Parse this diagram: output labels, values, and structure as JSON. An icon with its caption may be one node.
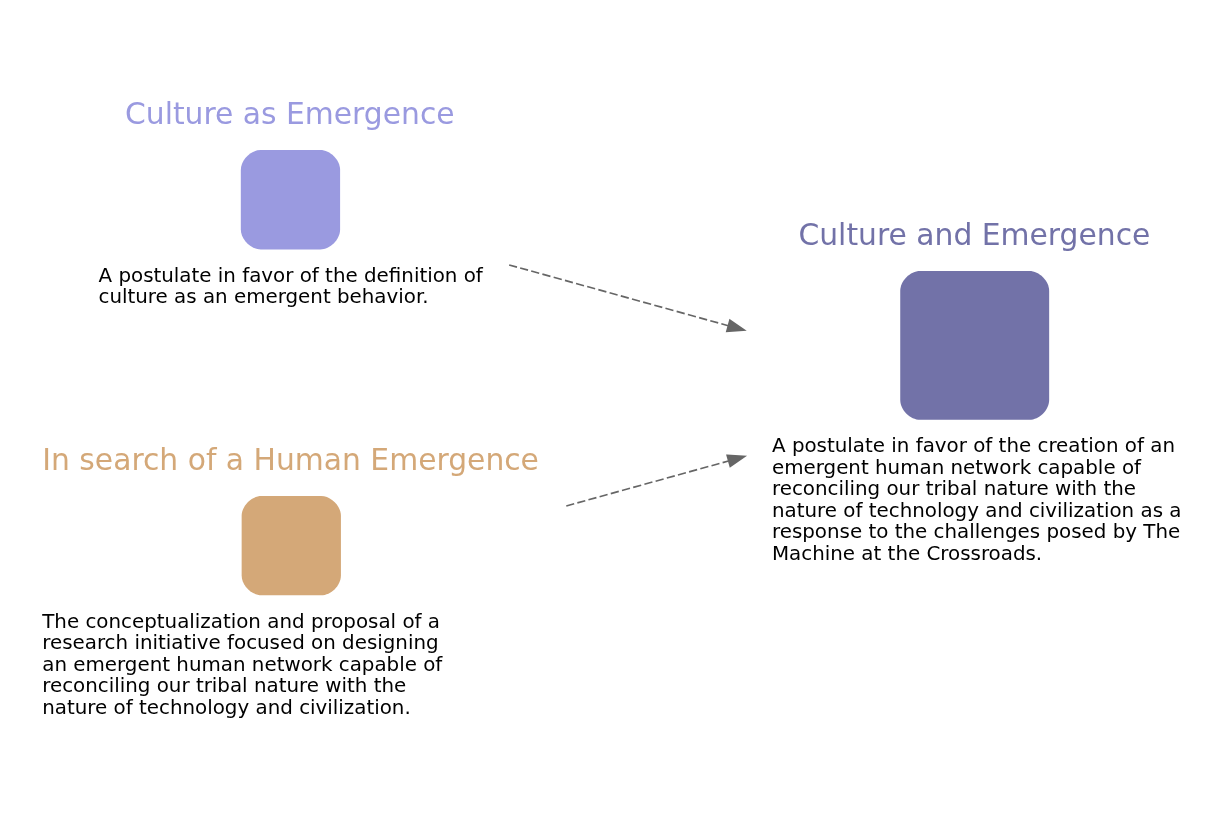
{
  "diagram": {
    "nodes": [
      {
        "text": [
          "Culture as Emergence",
          "A postulate in favor of the definition of culture as an emergent behavior."
        ]
      },
      {
        "text": [
          "In search of a Human Emergence",
          "The conceptualization and proposal of a research initiative focused on designing an emergent human network capable of reconciling our tribal nature with the nature of technology and civilization."
        ]
      },
      {
        "text": [
          "Culture and Emergence",
          "A postulate in favor of the creation of an emergent human network capable of reconciling our tribal nature with the nature of technology and civilization as a response to the challenges posed by The Machine at the Crossroads."
        ]
      }
    ],
    "edges": [
      {
        "from": 0,
        "to": 2,
        "arrow": "to",
        "style": "dashed"
      },
      {
        "from": 1,
        "to": 2,
        "arrow": "to",
        "style": "dashed"
      }
    ]
  }
}
